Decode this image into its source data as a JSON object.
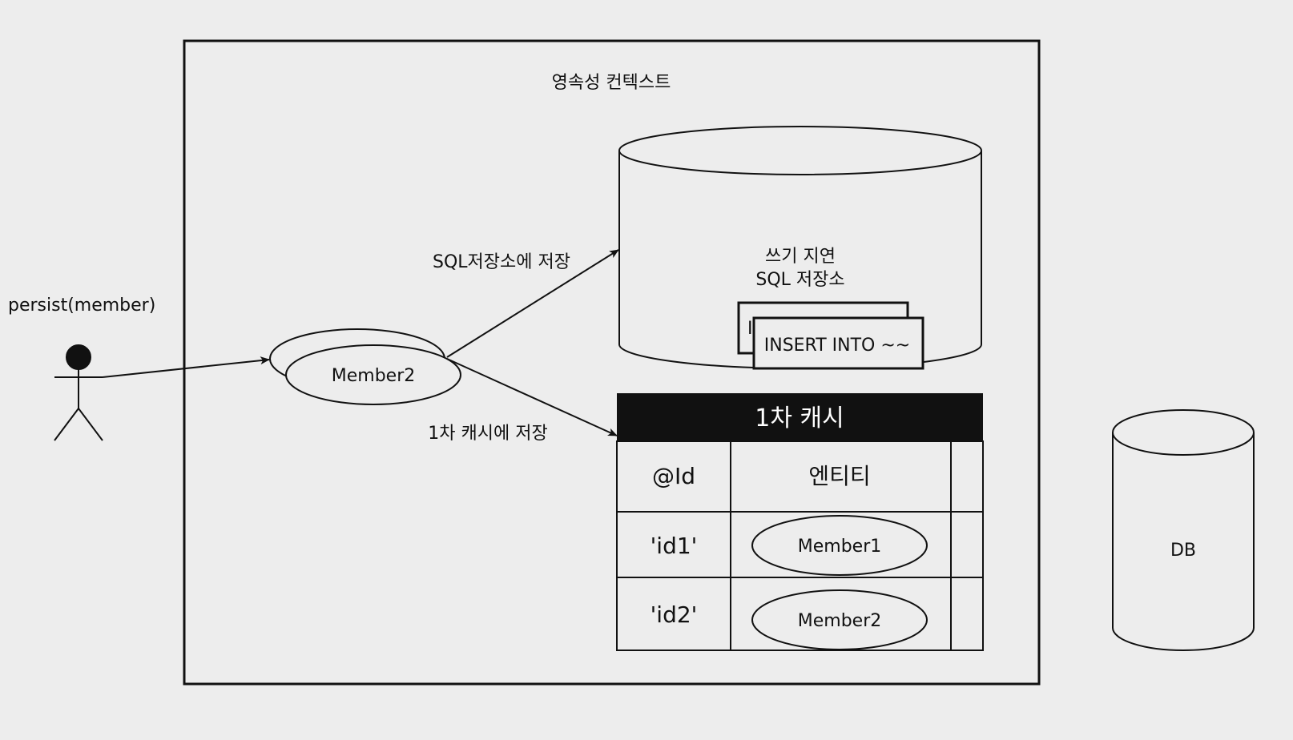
{
  "diagram": {
    "context_title": "영속성 컨텍스트",
    "actor_label": "persist(member)",
    "entity_in_flight": "Member2",
    "arrow_sql_label": "SQL저장소에 저장",
    "arrow_cache_label": "1차 캐시에 저장",
    "sql_store": {
      "title_line1": "쓰기 지연",
      "title_line2": "SQL 저장소",
      "query_front": "INSERT INTO ~~",
      "query_back": "I"
    },
    "cache": {
      "title": "1차 캐시",
      "col_id": "@Id",
      "col_entity": "엔티티",
      "rows": [
        {
          "id": "'id1'",
          "entity": "Member1"
        },
        {
          "id": "'id2'",
          "entity": "Member2"
        }
      ]
    },
    "db_label": "DB"
  },
  "colors": {
    "background": "#ededed",
    "stroke": "#111111",
    "header_fill": "#111111",
    "header_text": "#ffffff"
  }
}
